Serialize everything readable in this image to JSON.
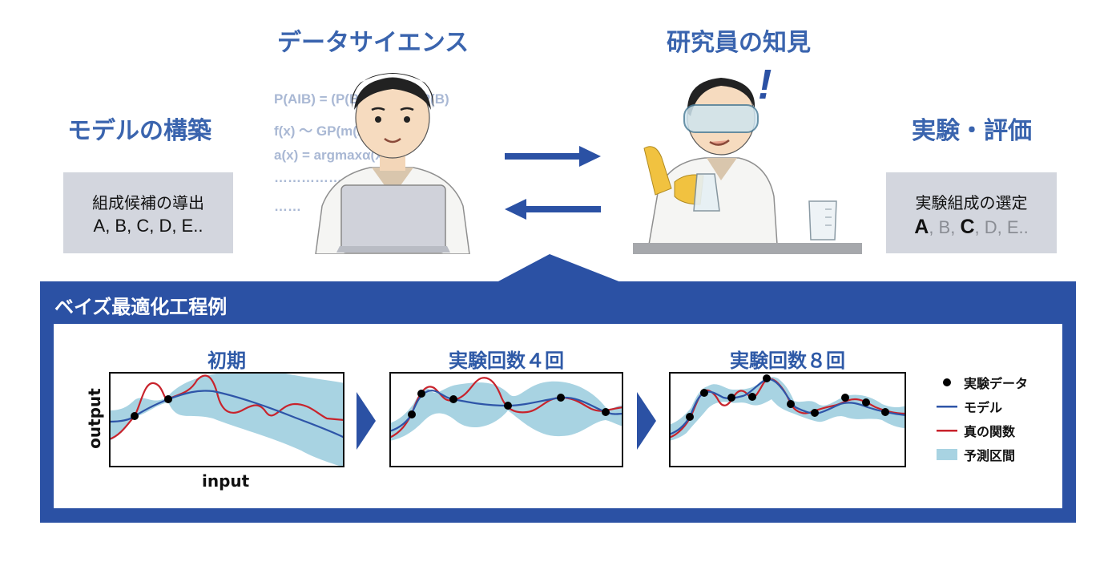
{
  "header": {
    "data_science": "データサイエンス",
    "researcher": "研究員の知見",
    "model_build": "モデルの構築",
    "experiment": "実験・評価"
  },
  "left_box": {
    "line1": "組成候補の導出",
    "line2": "A, B, C, D, E.."
  },
  "right_box": {
    "line1": "実験組成の選定",
    "items": [
      {
        "text": "A",
        "selected": true
      },
      {
        "text": ", B, ",
        "selected": false
      },
      {
        "text": "C",
        "selected": true
      },
      {
        "text": ", D, E..",
        "selected": false
      }
    ]
  },
  "formulas": [
    "P(AIB) = (P(B|A)P(A)) / P(B)",
    "f(x) 〜 GP(m(x), k(x, x'))",
    "a(x) = argmaxα(x)",
    "……………",
    "……"
  ],
  "exclamation": "!",
  "bottom": {
    "title": "ベイズ最適化工程例",
    "panels": [
      {
        "title": "初期"
      },
      {
        "title": "実験回数４回"
      },
      {
        "title": "実験回数８回"
      }
    ],
    "axis": {
      "x": "input",
      "y": "output"
    },
    "legend": {
      "points": "実験データ",
      "model": "モデル",
      "true_fn": "真の関数",
      "interval": "予測区間"
    }
  },
  "colors": {
    "heading": "#3a64ae",
    "frame": "#2b51a4",
    "model": "#2e55a8",
    "true_fn": "#c8232c",
    "interval": "#a8d3e2",
    "box": "#d3d6de"
  },
  "icons": [
    "scientist-with-laptop-illustration",
    "scientist-with-goggles-illustration",
    "flask-icon",
    "beaker-icon",
    "arrow-right-icon",
    "arrow-left-icon",
    "chevron-right-icon"
  ]
}
